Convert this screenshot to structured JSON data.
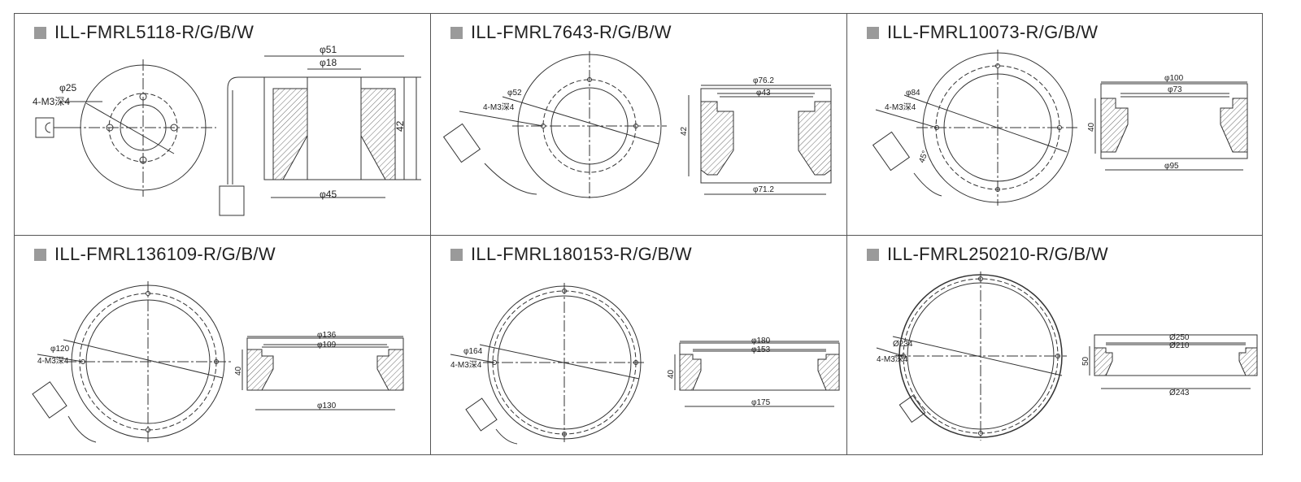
{
  "panels": [
    {
      "title": "ILL-FMRL5118-R/G/B/W",
      "front": {
        "hole_dia": "φ25",
        "thread": "4-M3深4"
      },
      "side": {
        "outer_top": "φ51",
        "inner_top": "φ18",
        "bottom": "φ45",
        "height": "42"
      }
    },
    {
      "title": "ILL-FMRL7643-R/G/B/W",
      "front": {
        "hole_dia": "φ52",
        "thread": "4-M3深4"
      },
      "side": {
        "outer_top": "φ76.2",
        "inner_top": "φ43",
        "bottom": "φ71.2",
        "height": "42"
      }
    },
    {
      "title": "ILL-FMRL10073-R/G/B/W",
      "front": {
        "hole_dia": "φ84",
        "thread": "4-M3深4",
        "angle": "45°"
      },
      "side": {
        "outer_top": "φ100",
        "inner_top": "φ73",
        "bottom": "φ95",
        "height": "40"
      }
    },
    {
      "title": "ILL-FMRL136109-R/G/B/W",
      "front": {
        "hole_dia": "φ120",
        "thread": "4-M3深4"
      },
      "side": {
        "outer_top": "φ136",
        "inner_top": "φ109",
        "bottom": "φ130",
        "height": "40"
      }
    },
    {
      "title": "ILL-FMRL180153-R/G/B/W",
      "front": {
        "hole_dia": "φ164",
        "thread": "4-M3深4"
      },
      "side": {
        "outer_top": "φ180",
        "inner_top": "φ153",
        "bottom": "φ175",
        "height": "40"
      }
    },
    {
      "title": "ILL-FMRL250210-R/G/B/W",
      "front": {
        "hole_dia": "Ø234",
        "thread": "4-M3深4"
      },
      "side": {
        "outer_top": "Ø250",
        "inner_top": "Ø210",
        "bottom": "Ø243",
        "height": "50"
      }
    }
  ]
}
